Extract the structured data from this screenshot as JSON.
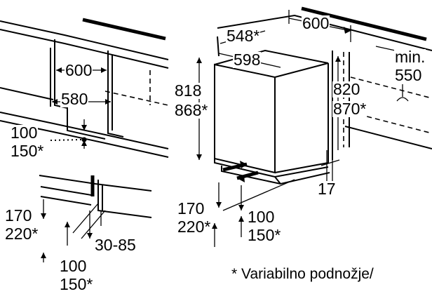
{
  "dimensions": {
    "niche_width_left": "600",
    "inner_width_left": "580",
    "plinth_height": "100",
    "plinth_height_alt": "150*",
    "top_depth": "548*",
    "top_width": "600",
    "appliance_width": "598",
    "appliance_height": "818",
    "appliance_height_alt": "868*",
    "niche_height": "820",
    "niche_height_alt": "870*",
    "min_label": "min.",
    "min_value": "550",
    "side_gap": "17",
    "vent_height_left": "170",
    "vent_height_left_alt": "220*",
    "plinth_depth_range": "30-85",
    "bottom_plinth_height": "100",
    "bottom_plinth_height_alt": "150*",
    "vent_height_center": "170",
    "vent_height_center_alt": "220*",
    "center_plinth_height": "100",
    "center_plinth_height_alt": "150*"
  },
  "footnote": {
    "line1": "* Variabilno podnožje/"
  }
}
